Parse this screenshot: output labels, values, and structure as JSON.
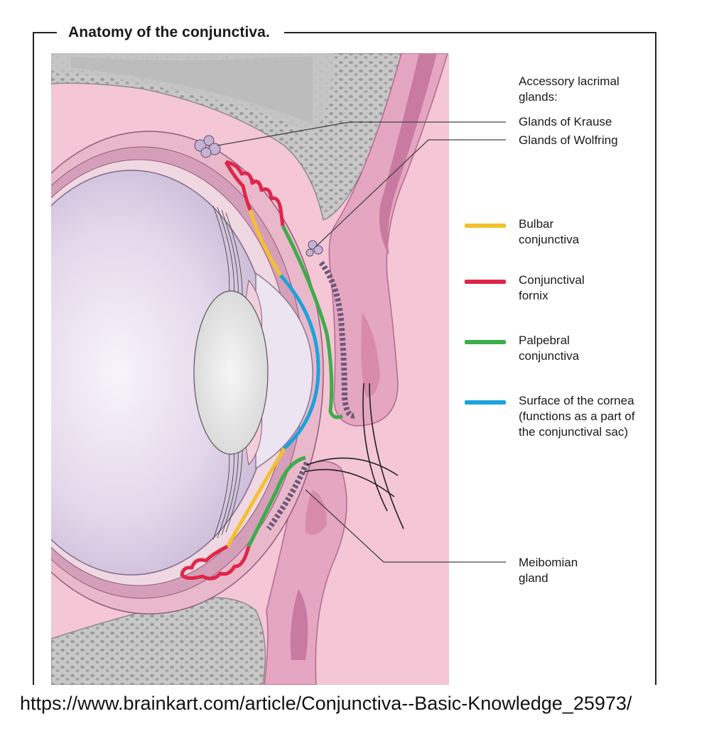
{
  "title": "Anatomy of the conjunctiva.",
  "accessory_glands": {
    "heading": "Accessory lacrimal glands:",
    "krause": "Glands of Krause",
    "wolfring": "Glands of Wolfring"
  },
  "legend": [
    {
      "label": "Bulbar conjunctiva",
      "color": "#f2c12e"
    },
    {
      "label": "Conjunctival fornix",
      "color": "#e0254b"
    },
    {
      "label": "Palpebral conjunctiva",
      "color": "#3cad4a"
    },
    {
      "label": "Surface of the cornea (functions as a part of the conjunctival sac)",
      "color": "#1aa3dc"
    }
  ],
  "meibomian": "Meibomian gland",
  "source_url": "https://www.brainkart.com/article/Conjunctiva--Basic-Knowledge_25973/",
  "colors": {
    "tissue_pink": "#f4c6d6",
    "dark_pink": "#d98bac",
    "bone_gray": "#c9c9c9",
    "eyeball_lilac": "#e6dcec"
  }
}
